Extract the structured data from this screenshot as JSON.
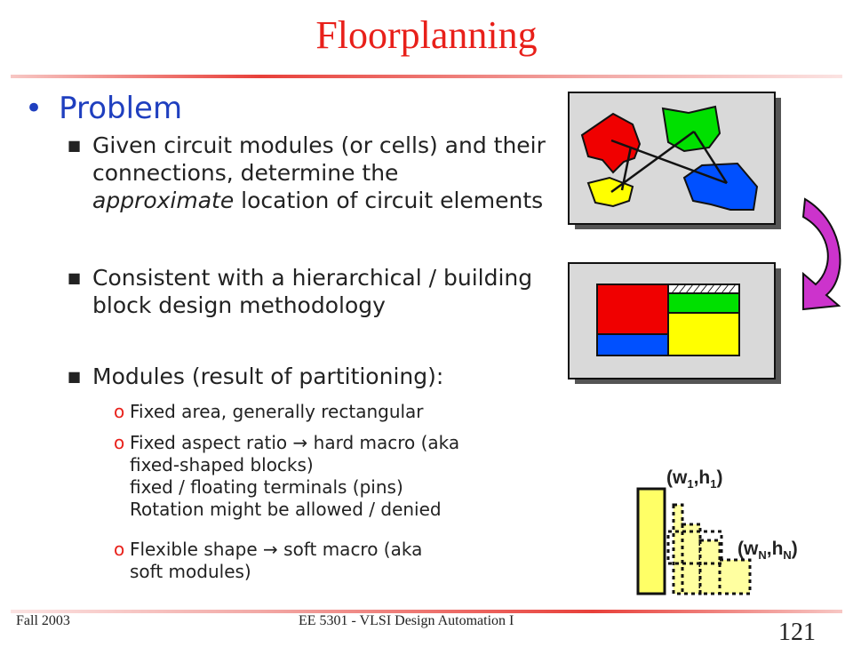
{
  "slide": {
    "title": "Floorplanning",
    "bullet": "Problem",
    "items": [
      {
        "text": "Given circuit modules (or cells) and their connections, determine the ",
        "em": "approximate",
        "tail": " location of circuit elements"
      },
      {
        "text": "Consistent with a hierarchical / building block design methodology"
      },
      {
        "text": "Modules (result of partitioning):"
      }
    ],
    "subitems": [
      {
        "marker": "o",
        "line1": "Fixed area, generally rectangular"
      },
      {
        "marker": "o",
        "line1": "Fixed aspect ratio",
        "arrow": "→",
        "line1b": " hard macro (aka",
        "line2": "fixed-shaped blocks)",
        "line3": "fixed / floating terminals (pins)",
        "line4": "Rotation might be allowed / denied"
      },
      {
        "marker": "o",
        "line1": "Flexible shape",
        "arrow": "→",
        "line1b": " soft macro (aka",
        "line2": "soft modules)"
      }
    ],
    "labels": {
      "w1": "w",
      "s1": "1",
      "h1": "h",
      "t1": "1",
      "wn": "w",
      "sn": "N",
      "hn": "h",
      "tn": "N"
    },
    "footer_left": "Fall 2003",
    "footer_center": "EE 5301 - VLSI Design Automation I",
    "page_number": "121",
    "colors": {
      "title": "#e8201a",
      "bullet": "#1f3fbf",
      "red": "#f00000",
      "green": "#00e000",
      "blue": "#0050ff",
      "yellow": "#ffff00",
      "arrow": "#cc33cc"
    }
  }
}
